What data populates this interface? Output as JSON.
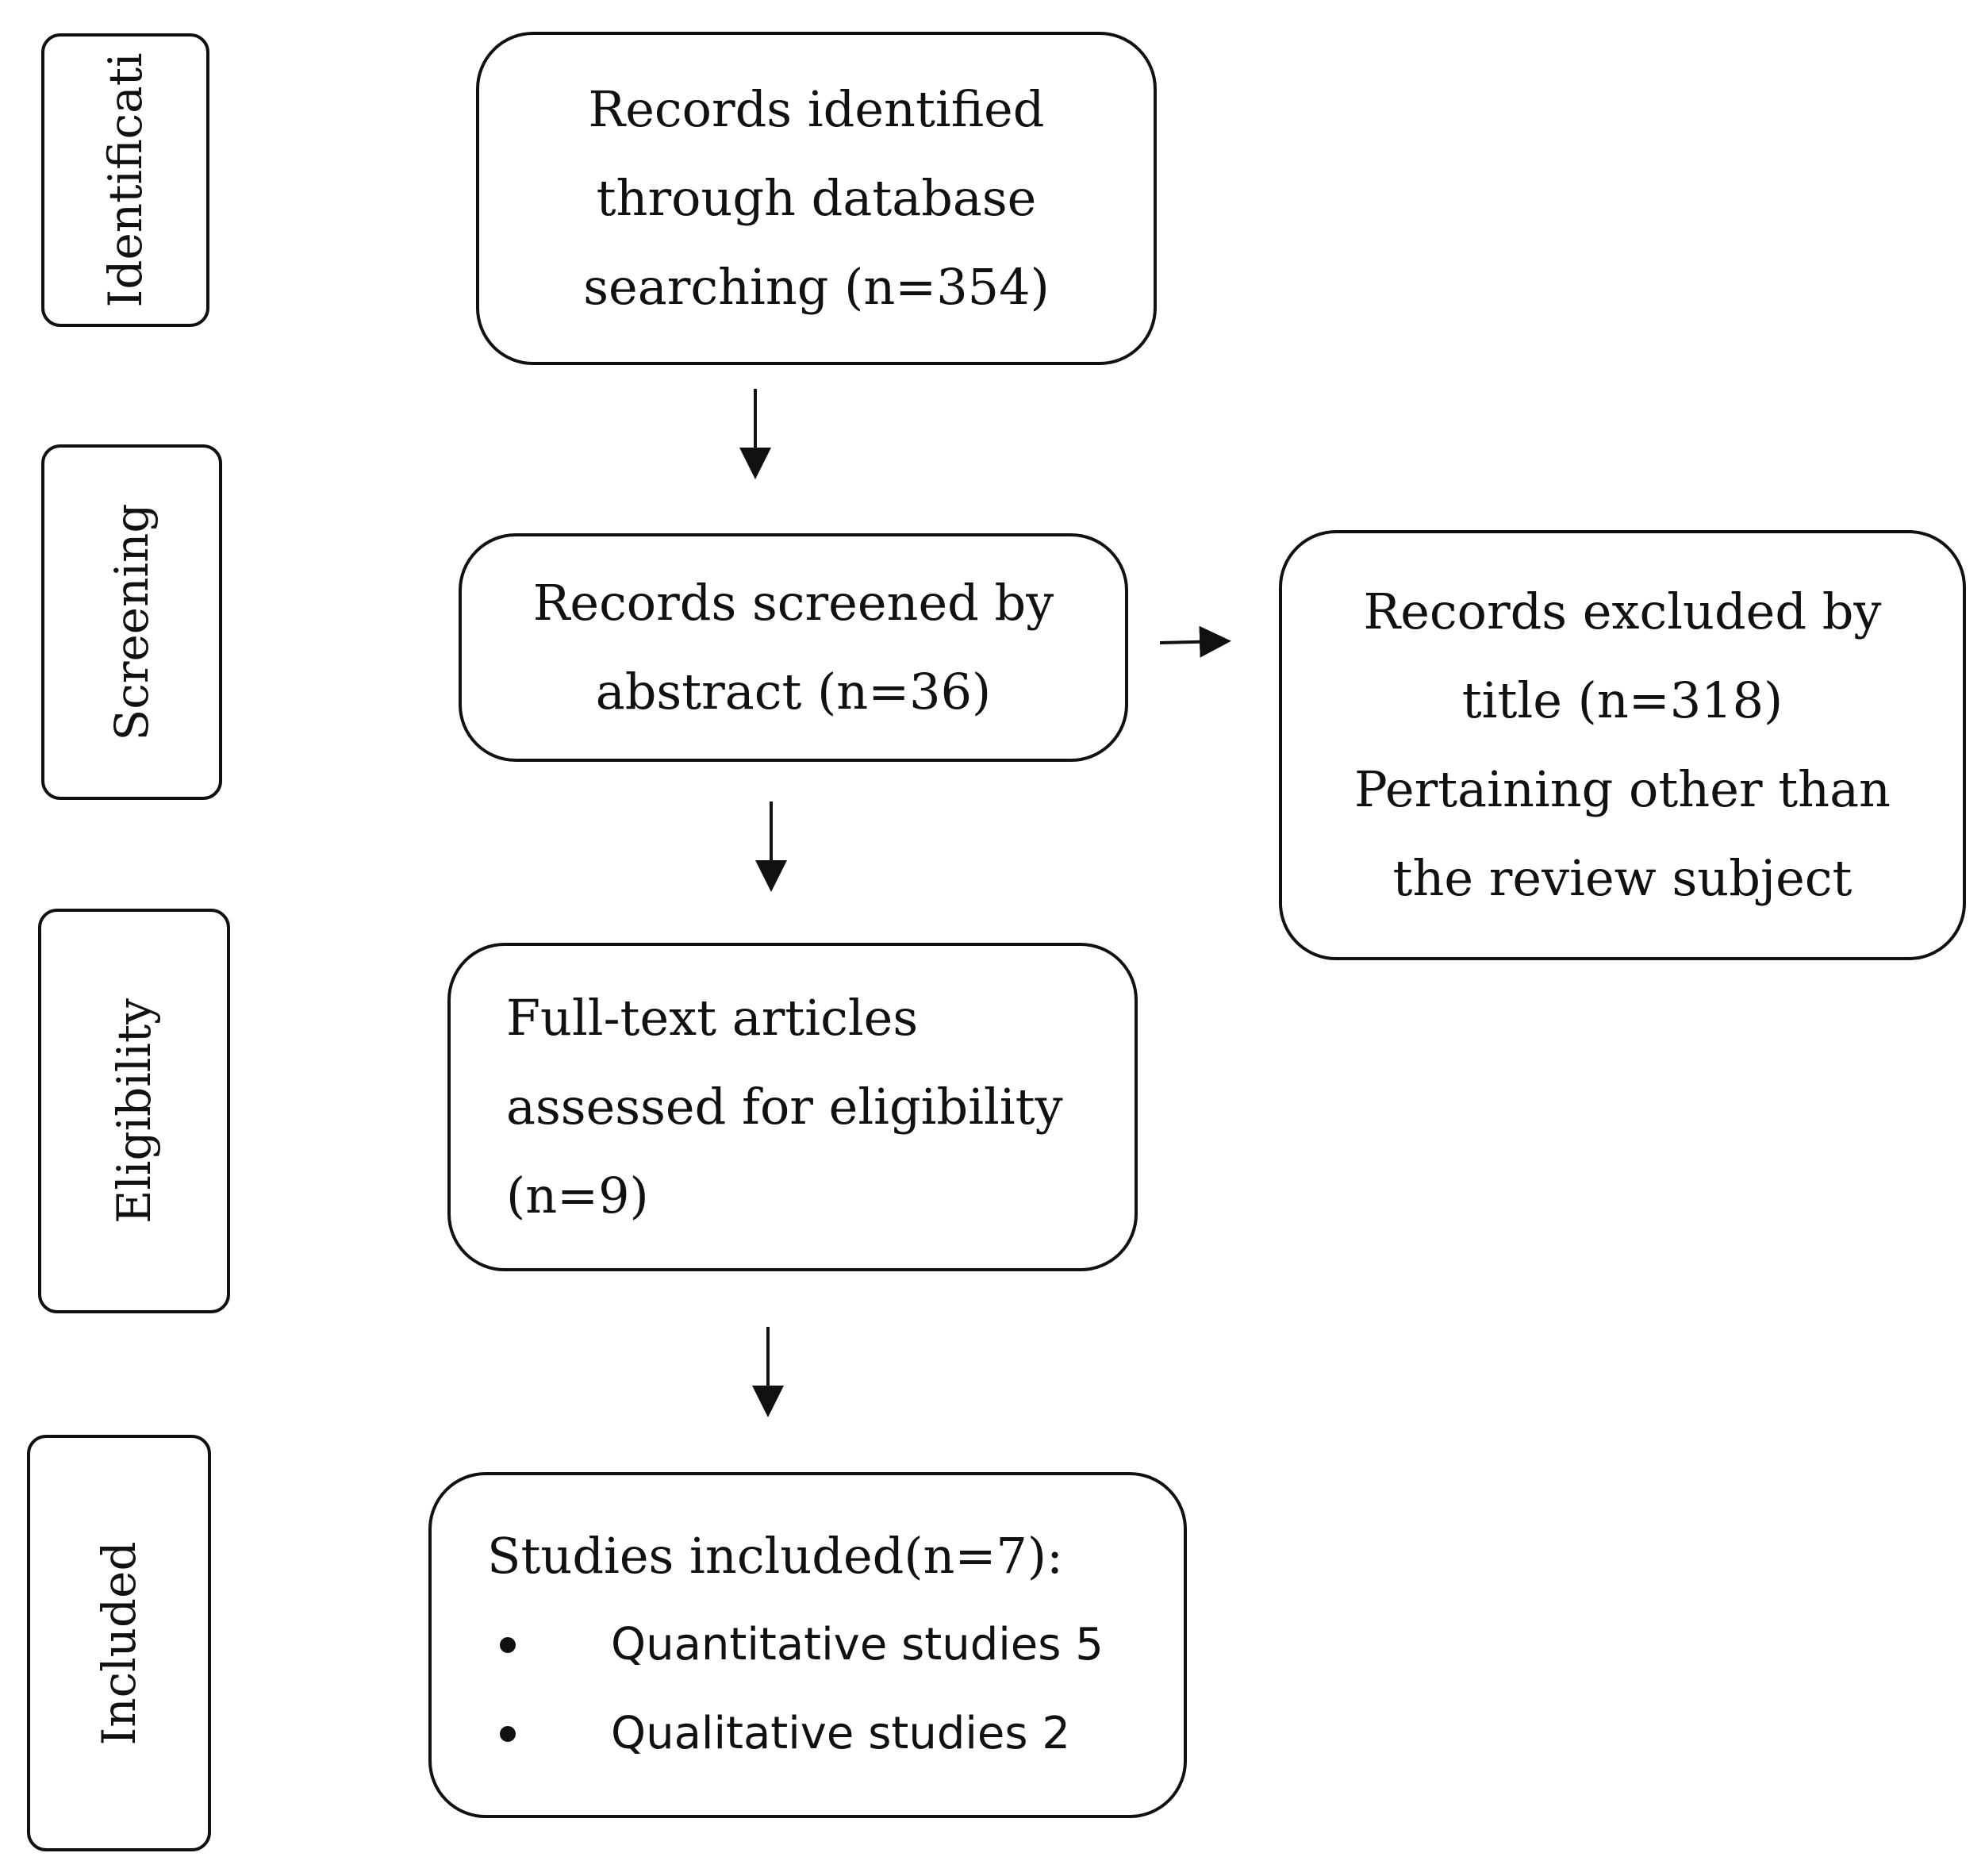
{
  "stages": {
    "identification": "Identificati",
    "screening": "Screening",
    "eligibility": "Eligibility",
    "included": "Included"
  },
  "identified": {
    "lines": [
      "Records identified",
      "through database",
      "searching (n=354)"
    ]
  },
  "screened": {
    "lines": [
      "Records screened by",
      "abstract (n=36)"
    ]
  },
  "excluded": {
    "lines": [
      "Records excluded by",
      "title (n=318)",
      "Pertaining other than",
      "the review subject"
    ]
  },
  "eligibility": {
    "lines": [
      "Full-text articles",
      "assessed for eligibility",
      "(n=9)"
    ]
  },
  "included": {
    "heading": "Studies included(n=7):",
    "items": [
      "Quantitative studies 5",
      "Qualitative studies 2"
    ]
  }
}
